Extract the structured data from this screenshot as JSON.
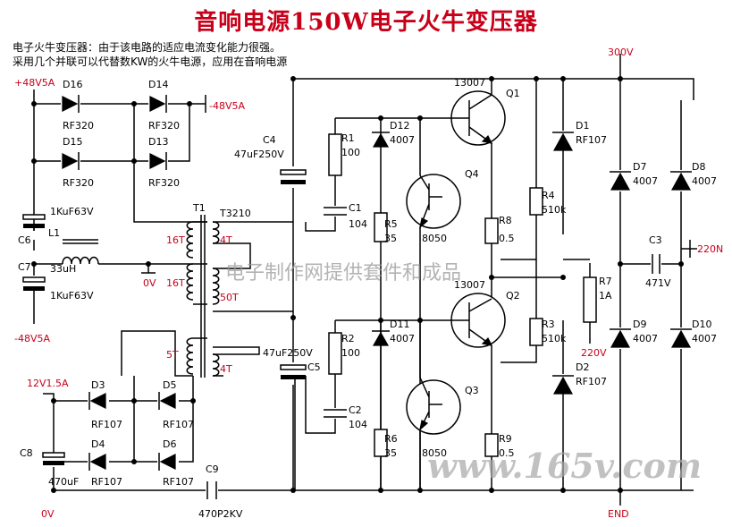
{
  "title": "音响电源150W电子火牛变压器",
  "description": [
    "电子火牛变压器：由于该电路的适应电流变化能力很强。",
    "采用几个并联可以代替数KW的火牛电源，应用在音响电源"
  ],
  "labels": {
    "p48": "+48V5A",
    "m48top": "-48V5A",
    "m48bot": "-48V5A",
    "d16": "D16",
    "d14": "D14",
    "d15": "D15",
    "d13": "D13",
    "rf320a": "RF320",
    "rf320b": "RF320",
    "rf320c": "RF320",
    "rf320d": "RF320",
    "c6": "C6",
    "c6v": "1KuF63V",
    "l1": "L1",
    "l1v": "33uH",
    "c7": "C7",
    "c7v": "1KuF63V",
    "t1": "T1",
    "t3210": "T3210",
    "t16a": "16T",
    "t16b": "16T",
    "t0v": "0V",
    "t4a": "4T",
    "t50": "50T",
    "t5": "5T",
    "t4b": "4T",
    "c4": "C4",
    "c4v": "47uF250V",
    "c5": "C5",
    "c5v": "47uF250V",
    "v12": "12V1.5A",
    "d3": "D3",
    "d5": "D5",
    "d4": "D4",
    "d6": "D6",
    "rf107a": "RF107",
    "rf107b": "RF107",
    "rf107c": "RF107",
    "rf107d": "RF107",
    "c8": "C8",
    "c8v": "470uF",
    "v0": "0V",
    "c9": "C9",
    "c9v": "470P2KV",
    "r1": "R1",
    "r1v": "100",
    "d12": "D12",
    "d12v": "4007",
    "c1": "C1",
    "c1v": "104",
    "r5": "R5",
    "r5v": "35",
    "q1n": "13007",
    "q1": "Q1",
    "q4": "Q4",
    "q4v": "8050",
    "r8": "R8",
    "r8v": "0.5",
    "r2": "R2",
    "r2v": "100",
    "d11": "D11",
    "d11v": "4007",
    "c2": "C2",
    "c2v": "104",
    "r6": "R6",
    "r6v": "35",
    "q2n": "13007",
    "q2": "Q2",
    "q3": "Q3",
    "q3v": "8050",
    "r9": "R9",
    "r9v": "0.5",
    "r4": "R4",
    "r4v": "510k",
    "r3": "R3",
    "r3v": "510k",
    "d1": "D1",
    "d1v": "RF107",
    "d2": "D2",
    "d2v": "RF107",
    "v300": "300V",
    "d7": "D7",
    "d7v": "4007",
    "d8": "D8",
    "d8v": "4007",
    "c3": "C3",
    "c3v": "471V",
    "ac220n": "220N",
    "r7": "R7",
    "r7v": "1A",
    "ac220v": "220V",
    "d9": "D9",
    "d9v": "4007",
    "d10": "D10",
    "d10v": "4007",
    "end": "END"
  },
  "watermarks": [
    "电子制作网提供套件和成品",
    "www.165v.com"
  ]
}
